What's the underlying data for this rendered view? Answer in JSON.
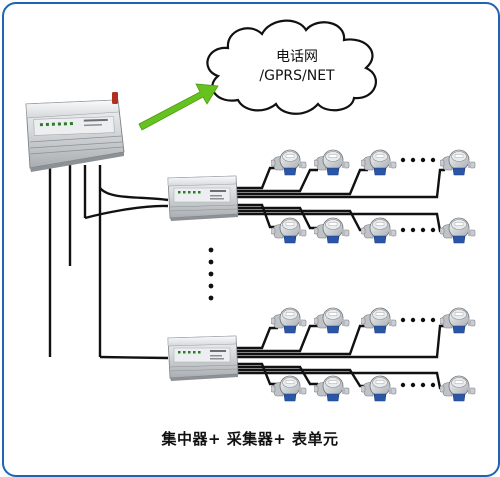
{
  "cloud": {
    "line1": "电话网",
    "line2": "/GPRS/NET"
  },
  "caption": "集中器+ 采集器+ 表单元",
  "colors": {
    "border": "#1f64b3",
    "arrow": "#66c21e",
    "device_body": "#d9dcde",
    "device_led": "#2d7b2b",
    "wire": "#111111"
  },
  "icons": {
    "concentrator": "concentrator-device-icon",
    "collector": "collector-device-icon",
    "meter": "water-meter-icon"
  }
}
